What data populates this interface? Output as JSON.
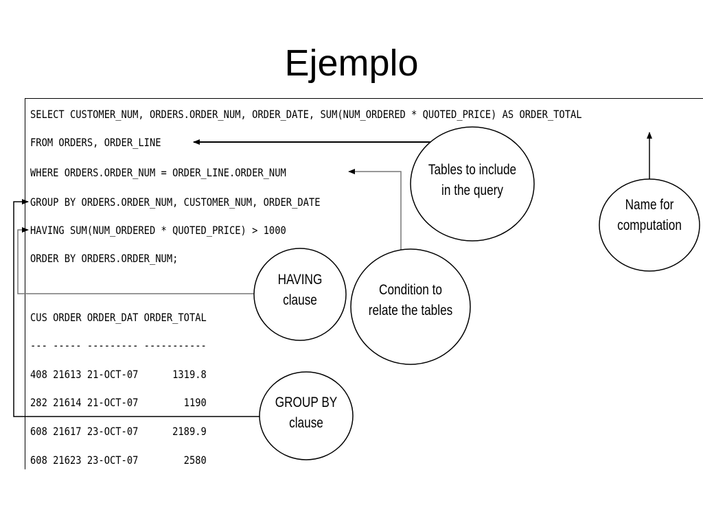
{
  "title": "Ejemplo",
  "sql": [
    "SELECT CUSTOMER_NUM, ORDERS.ORDER_NUM, ORDER_DATE, SUM(NUM_ORDERED * QUOTED_PRICE) AS ORDER_TOTAL",
    "FROM ORDERS, ORDER_LINE",
    "WHERE ORDERS.ORDER_NUM = ORDER_LINE.ORDER_NUM",
    "GROUP BY ORDERS.ORDER_NUM, CUSTOMER_NUM, ORDER_DATE",
    "HAVING SUM(NUM_ORDERED * QUOTED_PRICE) > 1000",
    "ORDER BY ORDERS.ORDER_NUM;"
  ],
  "result": {
    "header": "CUS ORDER ORDER_DAT ORDER_TOTAL",
    "separator": "--- ----- --------- -----------",
    "rows": [
      "408 21613 21-OCT-07      1319.8",
      "282 21614 21-OCT-07        1190",
      "608 21617 23-OCT-07      2189.9",
      "608 21623 23-OCT-07        2580"
    ]
  },
  "callouts": {
    "tables": [
      "Tables to include",
      "in the query"
    ],
    "name": [
      "Name for",
      "computation"
    ],
    "having": [
      "HAVING",
      "clause"
    ],
    "condition": [
      "Condition to",
      "relate the tables"
    ],
    "groupby": [
      "GROUP BY",
      "clause"
    ]
  }
}
